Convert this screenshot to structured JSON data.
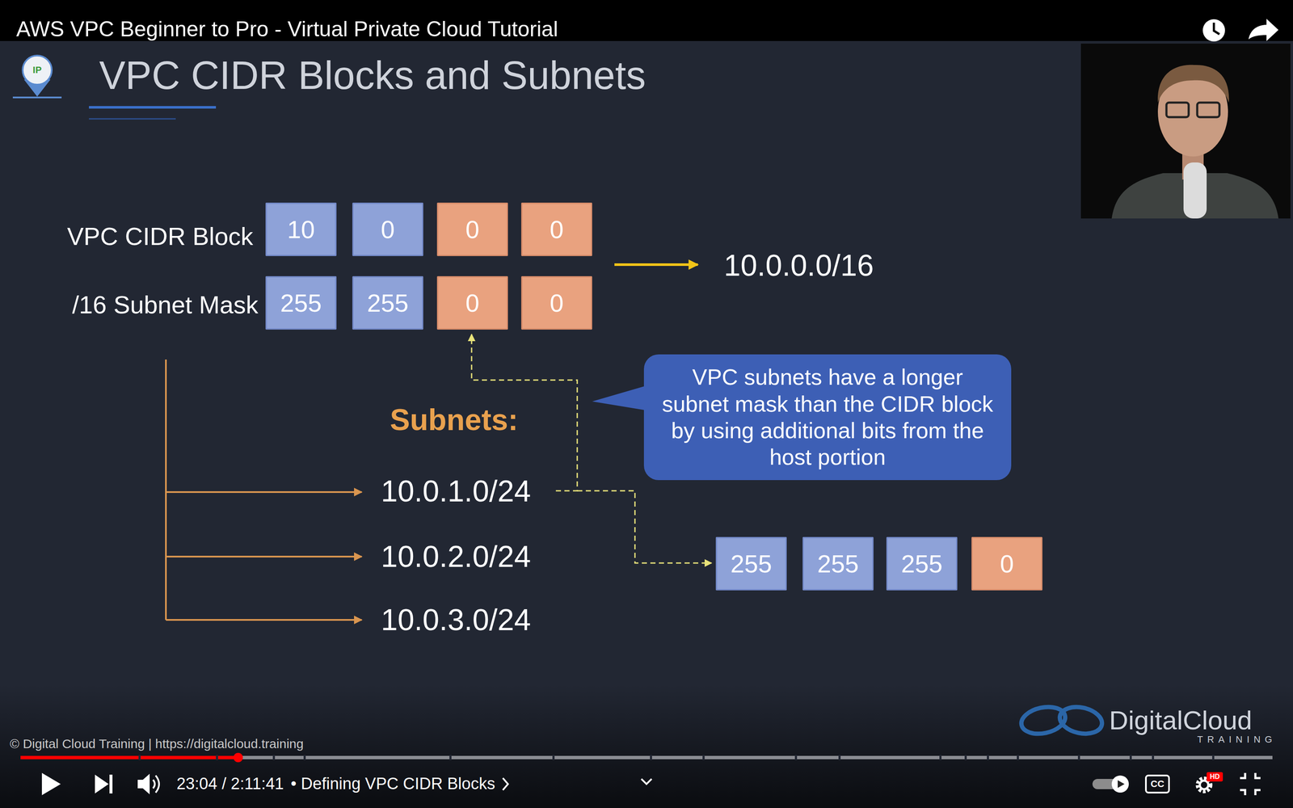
{
  "diagram": {
    "title": "VPC CIDR Blocks and Subnets",
    "nodes": [
      {
        "text": [
          "10"
        ]
      },
      {
        "text": [
          "0"
        ]
      },
      {
        "text": [
          "0"
        ]
      },
      {
        "text": [
          "0"
        ]
      },
      {
        "text": [
          "255"
        ]
      },
      {
        "text": [
          "255"
        ]
      },
      {
        "text": [
          "0"
        ]
      },
      {
        "text": [
          "0"
        ]
      },
      {
        "text": [
          "VPC subnets have a longer subnet mask than the CIDR block by using additional bits from the host portion"
        ]
      },
      {
        "text": [
          "255"
        ]
      },
      {
        "text": [
          "255"
        ]
      },
      {
        "text": [
          "255"
        ]
      },
      {
        "text": [
          "0"
        ]
      }
    ],
    "labels": [
      "AWS VPC Beginner to Pro - Virtual Private Cloud Tutorial",
      "IP",
      "VPC CIDR Block",
      "/16 Subnet Mask",
      "10.0.0.0/16",
      "Subnets:",
      "10.0.1.0/24",
      "10.0.2.0/24",
      "10.0.3.0/24",
      "DigitalCloud",
      "TRAINING",
      "© Digital Cloud Training | https://digitalcloud.training",
      "23:04 / 2:11:41",
      "• Defining VPC CIDR Blocks",
      "CC",
      "HD"
    ]
  }
}
